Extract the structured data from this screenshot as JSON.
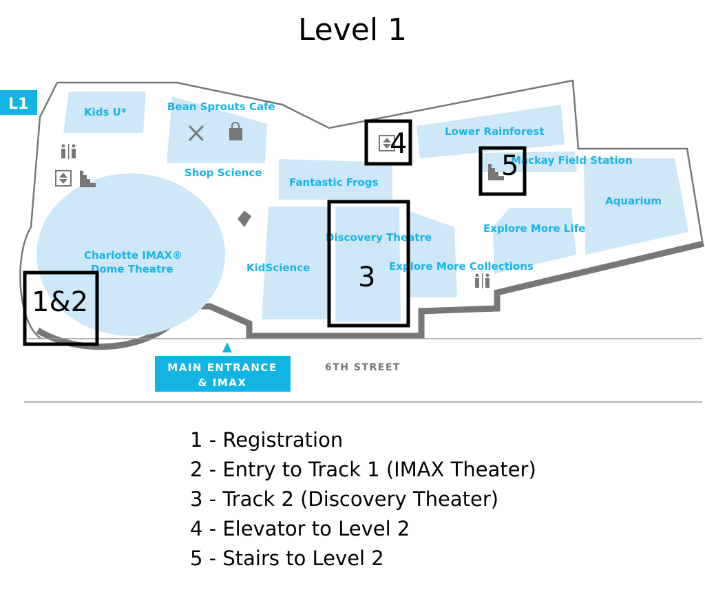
{
  "title": "Level 1",
  "level_badge": "L1",
  "colors": {
    "room_fill": "#cfe8f8",
    "label_text": "#1ab3e6",
    "badge": "#12b4e4",
    "wall": "#777777",
    "marker_box": "#000000"
  },
  "rooms": {
    "kids_u": "Kids U*",
    "bean_sprouts": "Bean Sprouts Café",
    "shop_science": "Shop Science",
    "fantastic_frogs": "Fantastic Frogs",
    "lower_rainforest": "Lower Rainforest",
    "mackay": "Mackay Field Station",
    "aquarium": "Aquarium",
    "explore_life": "Explore More Life",
    "explore_collections": "Explore More Collections",
    "discovery": "Discovery Theatre",
    "kidscience": "KidScience",
    "imax_line1": "Charlotte IMAX®",
    "imax_line2": "Dome Theatre"
  },
  "entrance": {
    "line1": "MAIN ENTRANCE",
    "line2": "& IMAX"
  },
  "street": "6TH STREET",
  "markers": {
    "m12": "1&2",
    "m3": "3",
    "m4": "4",
    "m5": "5"
  },
  "icons": [
    "restroom-icon",
    "elevator-icon",
    "stairs-icon",
    "dining-icon",
    "shopping-bag-icon",
    "ticket-icon",
    "entrance-arrow-icon"
  ],
  "legend": [
    "1 - Registration",
    "2 - Entry to Track 1 (IMAX Theater)",
    "3 - Track 2 (Discovery Theater)",
    "4 - Elevator to Level 2",
    "5 - Stairs to Level 2"
  ]
}
